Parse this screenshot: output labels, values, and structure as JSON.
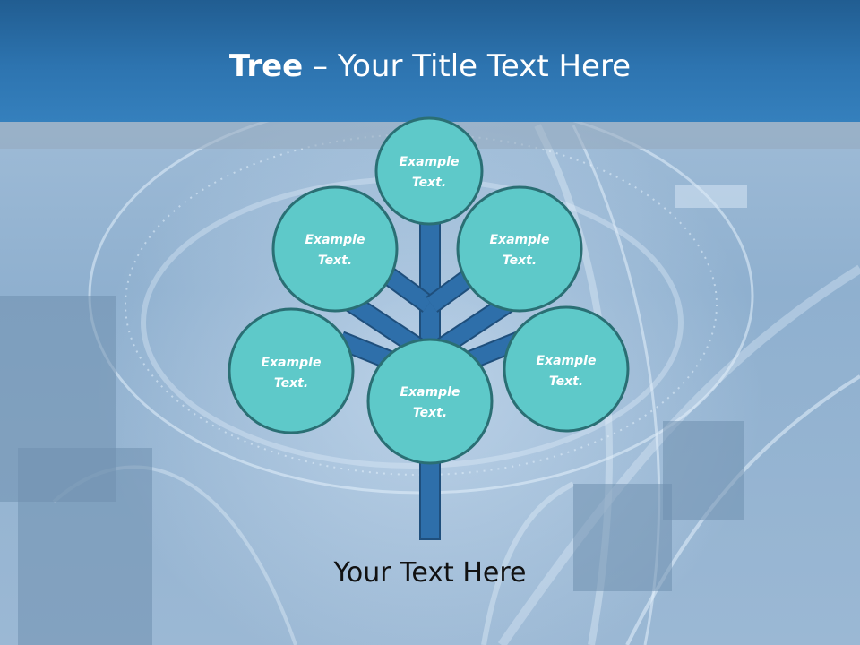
{
  "slide": {
    "title_bold": "Tree",
    "title_rest": " – Your Title Text Here",
    "caption": "Your Text Here"
  },
  "diagram": {
    "nodes": [
      {
        "line1": "Example",
        "line2": "Text."
      },
      {
        "line1": "Example",
        "line2": "Text."
      },
      {
        "line1": "Example",
        "line2": "Text."
      },
      {
        "line1": "Example",
        "line2": "Text."
      },
      {
        "line1": "Example",
        "line2": "Text."
      },
      {
        "line1": "Example",
        "line2": "Text."
      }
    ]
  },
  "colors": {
    "header": "#2d74b0",
    "node_fill": "#5ec9c9",
    "node_stroke": "#2a6f74",
    "trunk": "#2e6faa"
  }
}
